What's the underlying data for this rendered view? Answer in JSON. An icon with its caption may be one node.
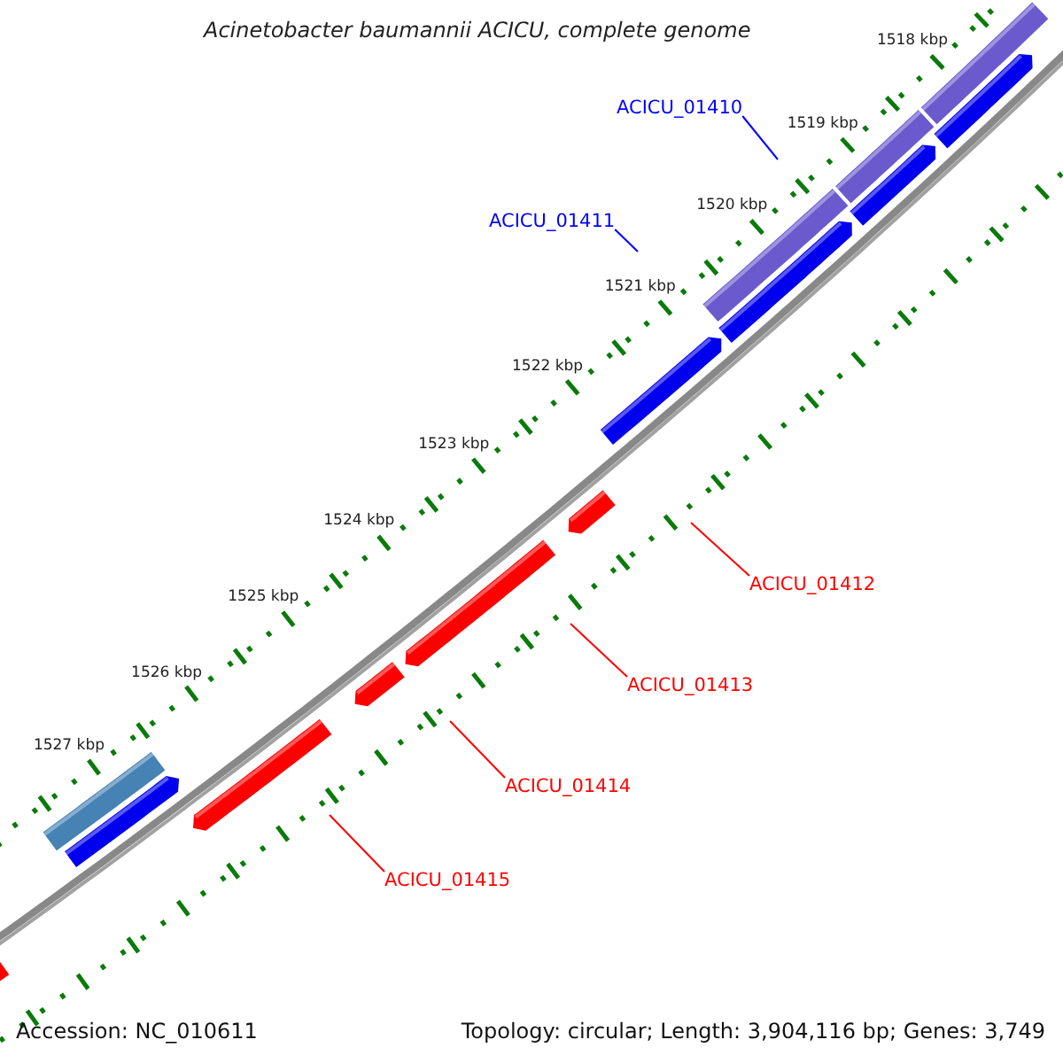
{
  "diagram": {
    "title": "Acinetobacter baumannii ACICU, complete genome",
    "nodes": [
      {
        "text": [
          "ACICU_01410"
        ]
      },
      {
        "text": [
          "ACICU_01411"
        ]
      },
      {
        "text": [
          "ACICU_01412"
        ]
      },
      {
        "text": [
          "ACICU_01413"
        ]
      },
      {
        "text": [
          "ACICU_01414"
        ]
      },
      {
        "text": [
          "ACICU_01415"
        ]
      }
    ],
    "edges": [
      {
        "from": 0,
        "to": null,
        "arrow": "none",
        "color": "#0000ff"
      },
      {
        "from": 1,
        "to": null,
        "arrow": "none",
        "color": "#0000ff"
      },
      {
        "from": 2,
        "to": null,
        "arrow": "none"
      },
      {
        "from": 3,
        "to": null,
        "arrow": "none"
      },
      {
        "from": 4,
        "to": null,
        "arrow": "none"
      },
      {
        "from": 5,
        "to": null,
        "arrow": "none"
      }
    ],
    "labels": [
      "1518 kbp",
      "1519 kbp",
      "1520 kbp",
      "1521 kbp",
      "1522 kbp",
      "1523 kbp",
      "1524 kbp",
      "1525 kbp",
      "1526 kbp",
      "1527 kbp",
      "Accession: NC_010611",
      "Topology: circular; Length: 3,904,116 bp; Genes: 3,749"
    ]
  }
}
